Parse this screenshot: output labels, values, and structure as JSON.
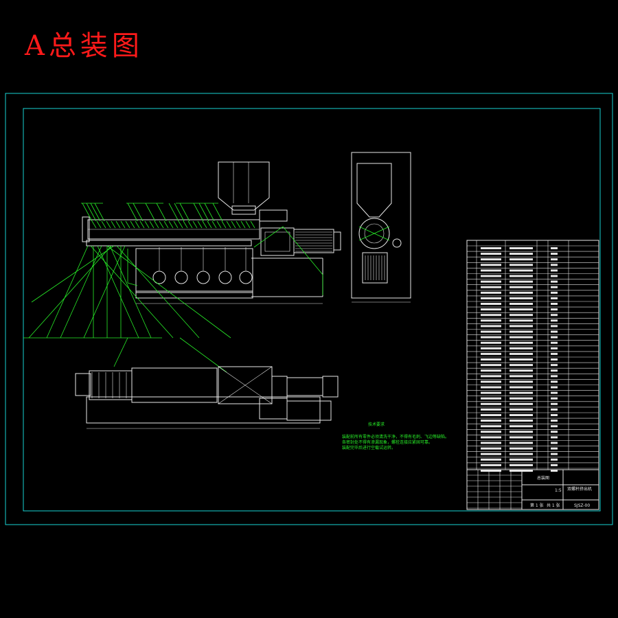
{
  "title": "A总装图",
  "notes": {
    "heading": "技术要求",
    "lines": [
      "装配前所有零件必须清洗干净，不得有毛刺、飞边等缺陷。",
      "各密封处不得有渗漏现象，螺栓连接应紧固可靠。",
      "装配完毕后进行空载试运转。"
    ]
  },
  "titleblock": {
    "drawing_name": "总装图",
    "part_name": "双螺杆挤出机",
    "drawing_no": "SJSZ-00",
    "scale": "1:5",
    "sheet": "第 1 张",
    "sheets": "共 1 张"
  },
  "colors": {
    "frame": "#19d4d4",
    "lines": "#e8e8e8",
    "leaders": "#28f028",
    "title": "#ff1a1a"
  }
}
